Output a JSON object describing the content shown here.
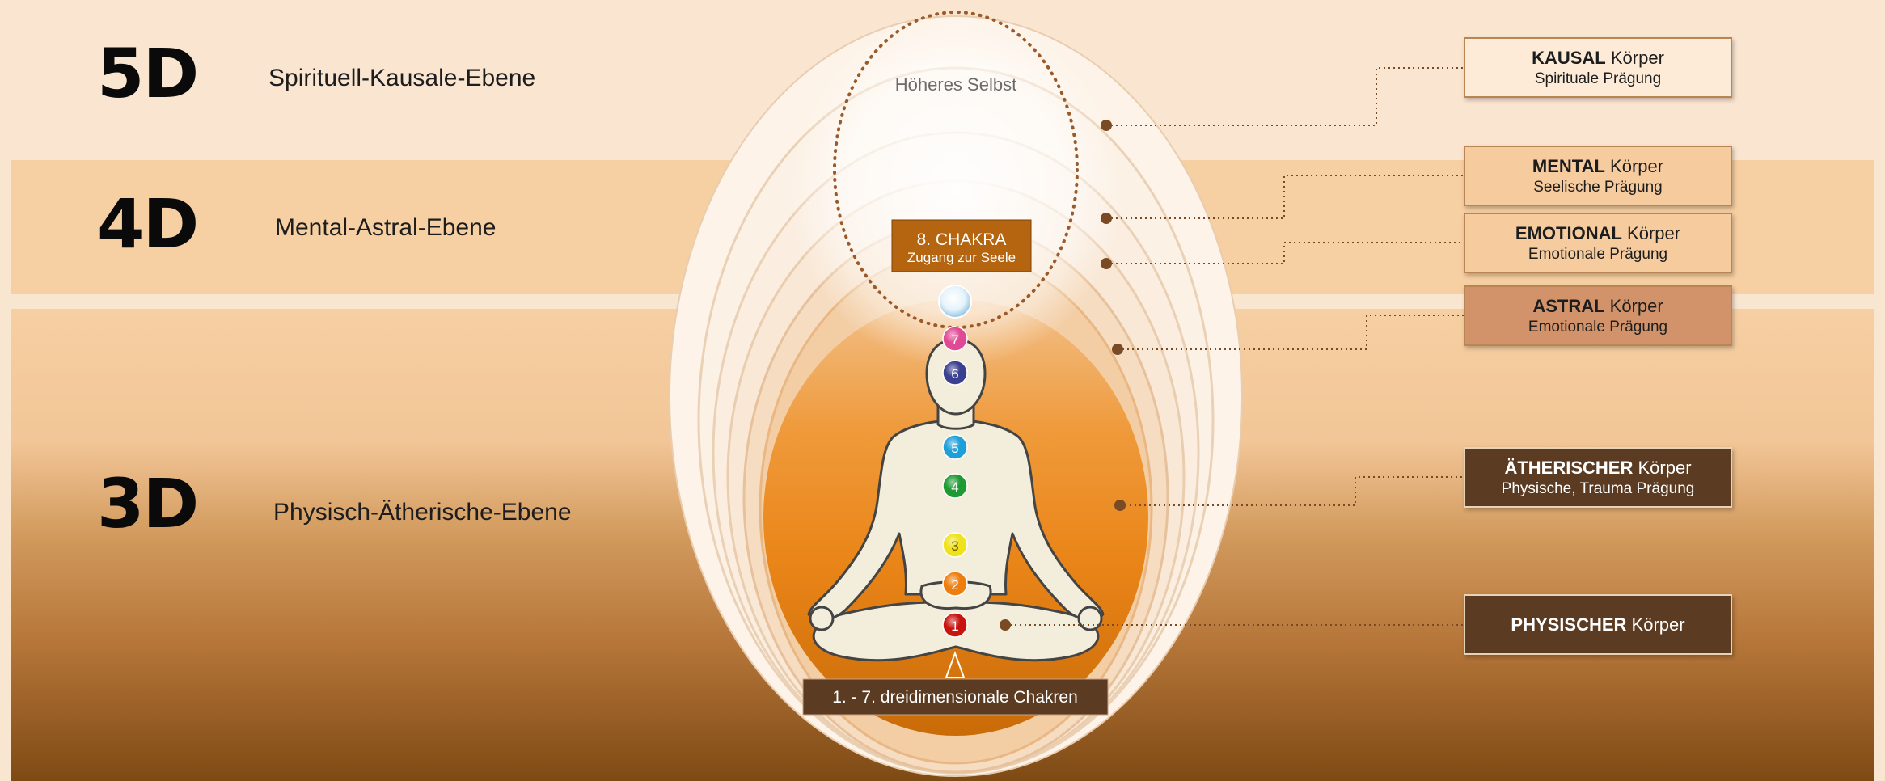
{
  "levels": [
    {
      "dimension": "5D",
      "plane": "Spirituell-Kausale-Ebene"
    },
    {
      "dimension": "4D",
      "plane": "Mental-Astral-Ebene"
    },
    {
      "dimension": "3D",
      "plane": "Physisch-Ätherische-Ebene"
    }
  ],
  "higher_self": "Höheres Selbst",
  "chakra8": {
    "title": "8. CHAKRA",
    "subtitle": "Zugang zur Seele"
  },
  "chakras": [
    "1",
    "2",
    "3",
    "4",
    "5",
    "6",
    "7"
  ],
  "chakra_colors": [
    "#c8130f",
    "#ef7d0e",
    "#efe11a",
    "#1d9a31",
    "#1d9fd8",
    "#3a3f8f",
    "#e04a94"
  ],
  "chakra_caption": "1. - 7.  dreidimensionale Chakren",
  "bodies": [
    {
      "bold": "KAUSAL",
      "rest": " Körper",
      "sub": "Spirituale Prägung"
    },
    {
      "bold": "MENTAL",
      "rest": " Körper",
      "sub": "Seelische Prägung"
    },
    {
      "bold": "EMOTIONAL",
      "rest": " Körper",
      "sub": "Emotionale Prägung"
    },
    {
      "bold": "ASTRAL",
      "rest": " Körper",
      "sub": "Emotionale Prägung"
    },
    {
      "bold": "ÄTHERISCHER",
      "rest": " Körper",
      "sub": "Physische, Trauma Prägung"
    },
    {
      "bold": "PHYSISCHER",
      "rest": " Körper",
      "sub": ""
    }
  ],
  "colors": {
    "accent_orange": "#ef8a1c",
    "brown_dark": "#5b3b22",
    "chakra8_box": "#b5650f",
    "connector": "#7a4a25"
  }
}
